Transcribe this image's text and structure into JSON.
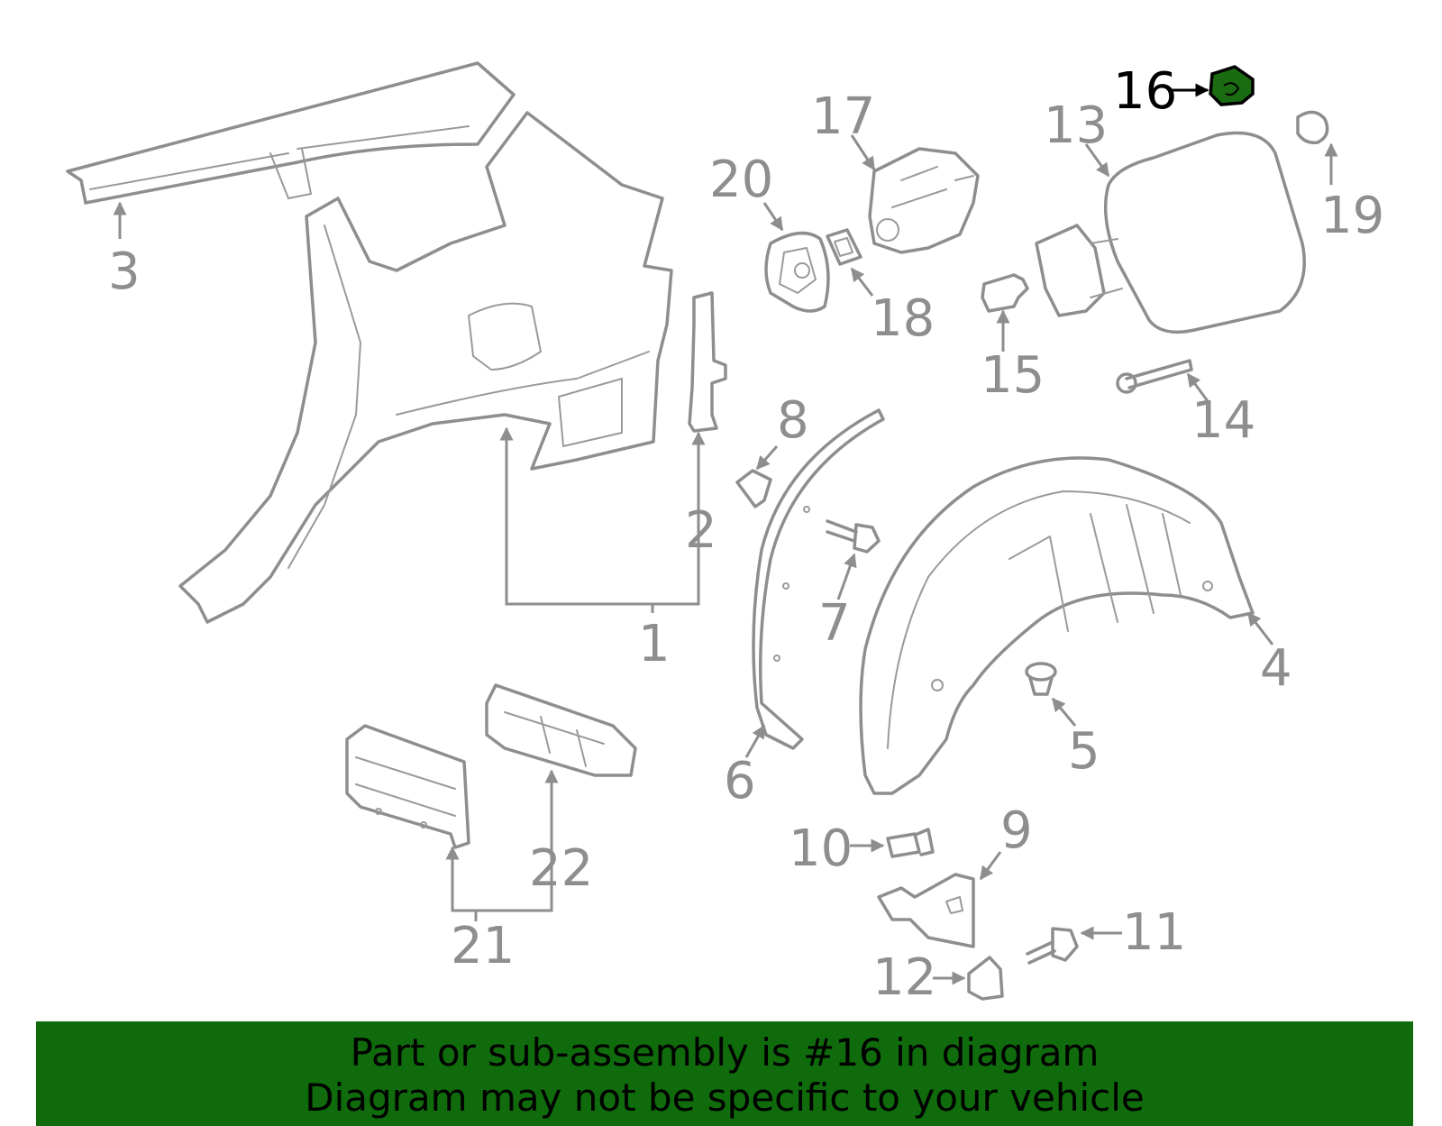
{
  "diagram": {
    "callouts": [
      "1",
      "2",
      "3",
      "4",
      "5",
      "6",
      "7",
      "8",
      "9",
      "10",
      "11",
      "12",
      "13",
      "14",
      "15",
      "16",
      "17",
      "18",
      "19",
      "20",
      "21",
      "22"
    ],
    "highlighted": "16",
    "colors": {
      "line": "#8e8e8e",
      "highlight_fill": "#1a6b12",
      "banner_bg": "#0f6b0b"
    }
  },
  "banner": {
    "line1": "Part or sub-assembly is #16 in diagram",
    "line2": "Diagram may not be specific to your vehicle"
  }
}
